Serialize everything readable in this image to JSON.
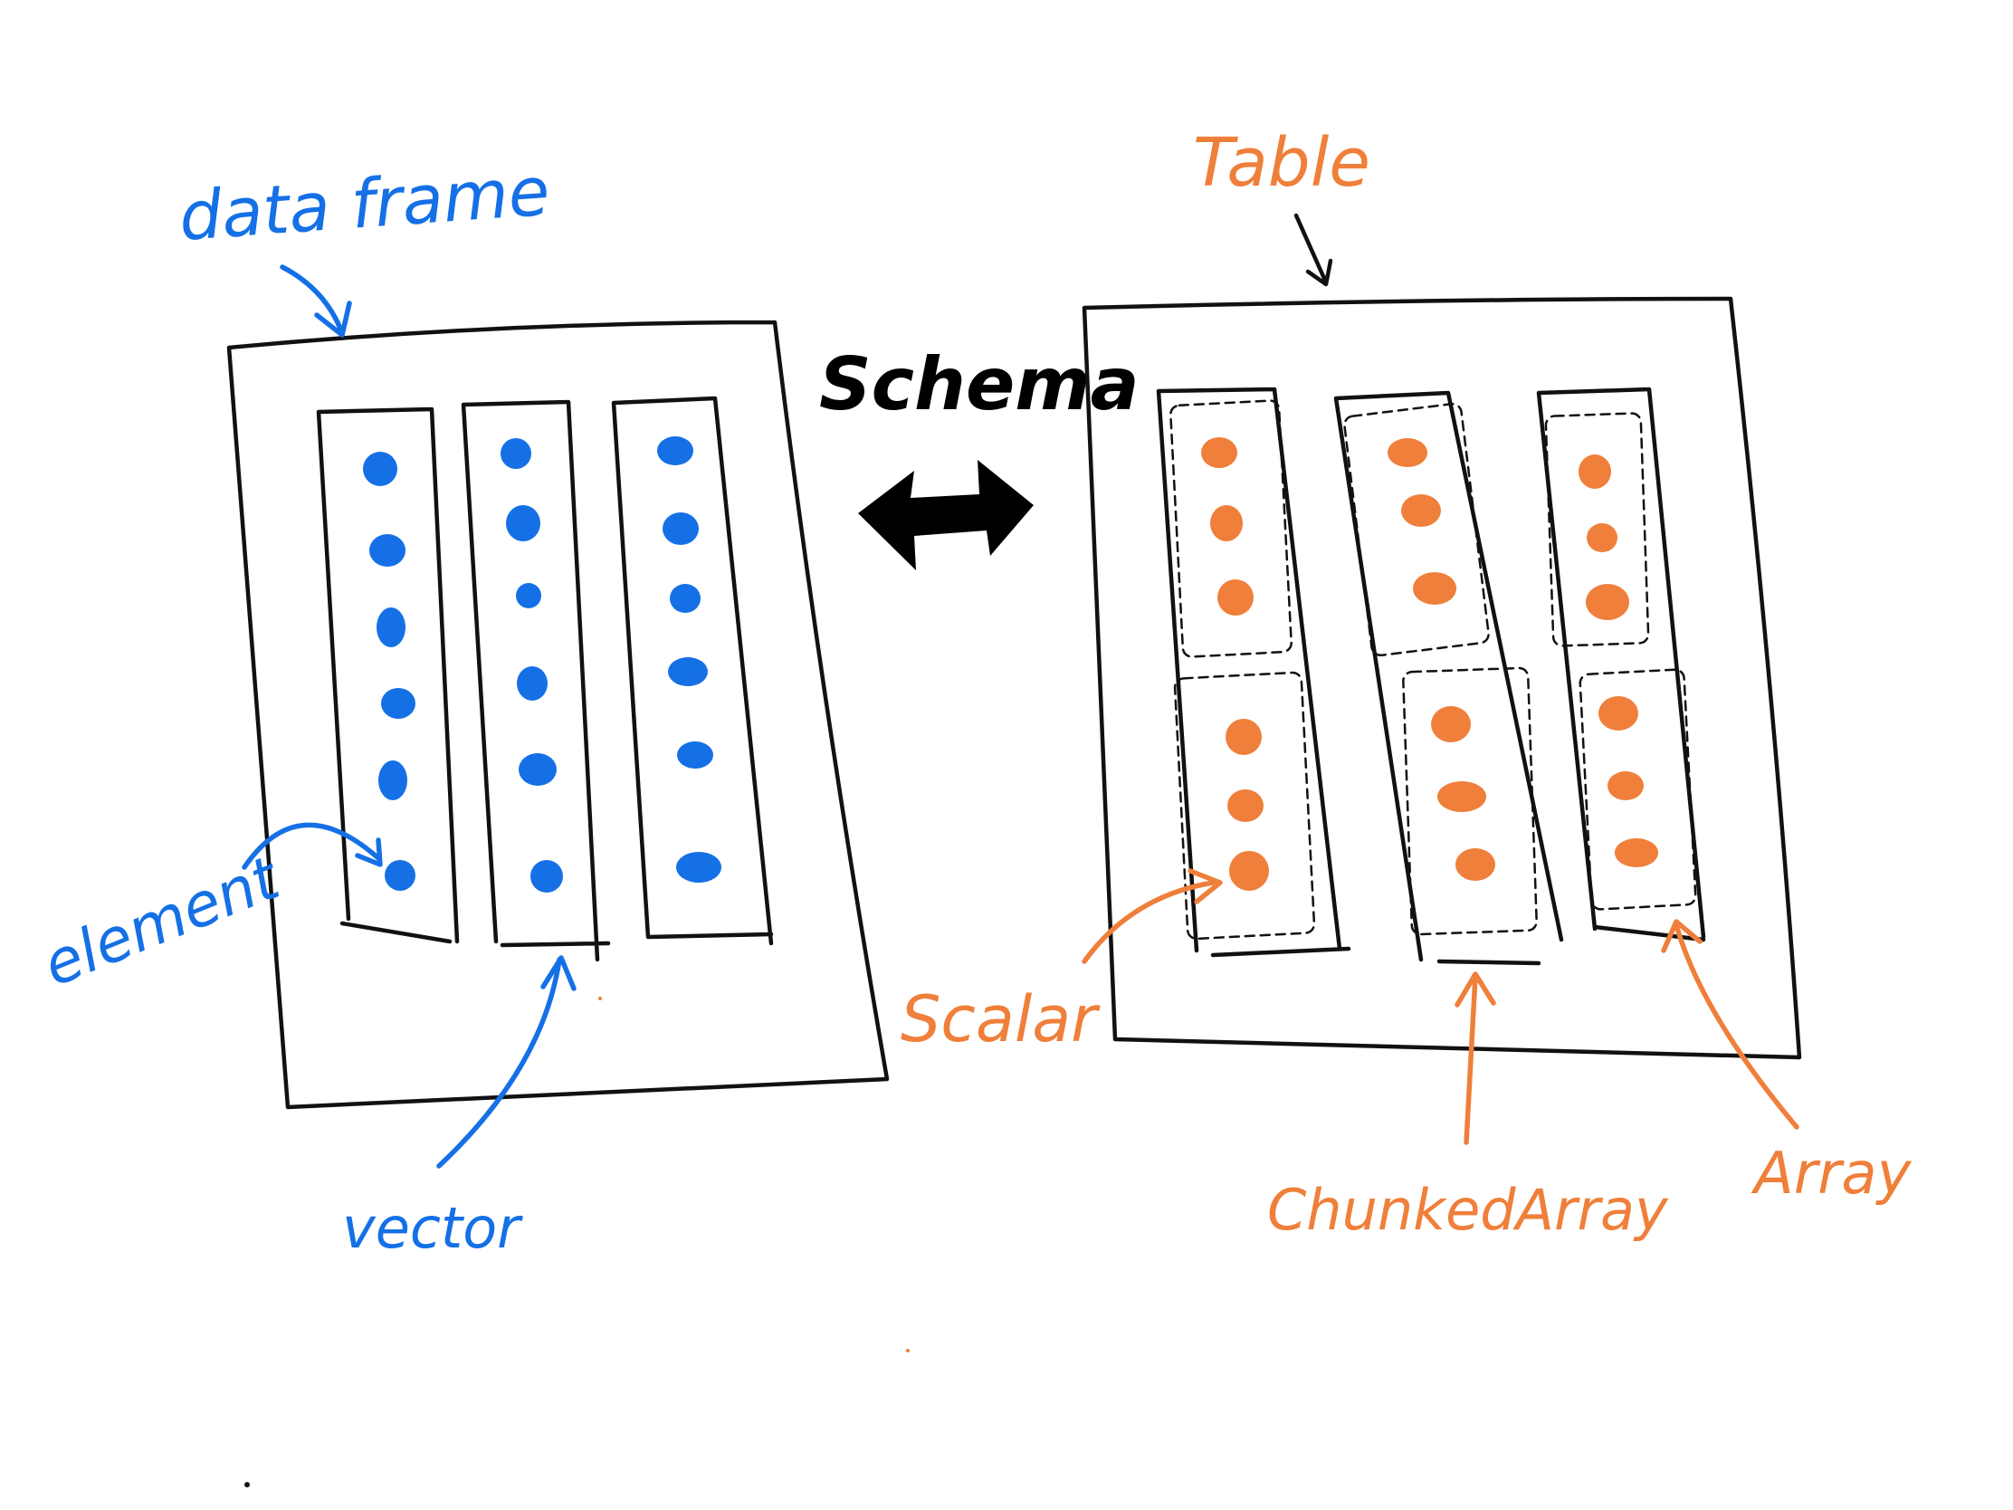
{
  "left": {
    "title": "data frame",
    "element_label": "element",
    "vector_label": "vector",
    "color": "#1570e6",
    "columns": [
      {
        "elements": 6
      },
      {
        "elements": 6
      },
      {
        "elements": 6
      }
    ]
  },
  "middle": {
    "label": "Schema",
    "arrow_icon": "double-headed-arrow-icon"
  },
  "right": {
    "title": "Table",
    "scalar_label": "Scalar",
    "chunked_array_label": "ChunkedArray",
    "array_label": "Array",
    "color": "#ef7f3a",
    "columns": [
      {
        "chunks": [
          3,
          3
        ]
      },
      {
        "chunks": [
          3,
          3
        ]
      },
      {
        "chunks": [
          3,
          3
        ]
      }
    ]
  }
}
